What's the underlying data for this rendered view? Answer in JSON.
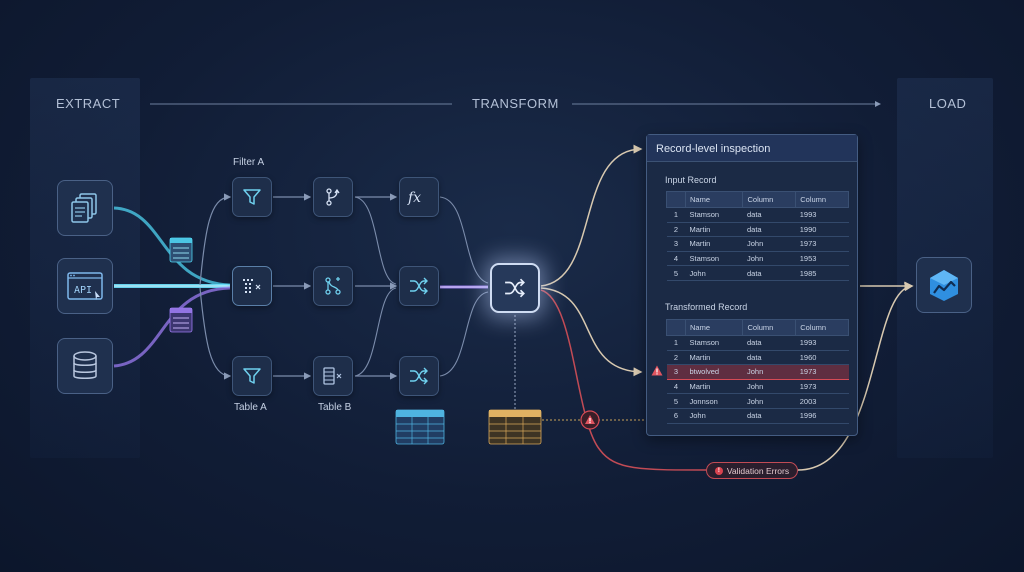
{
  "stages": {
    "extract": "EXTRACT",
    "transform": "TRANSFORM",
    "load": "LOAD"
  },
  "sources": [
    {
      "name": "documents",
      "icon": "documents-icon"
    },
    {
      "name": "api",
      "icon": "api-icon",
      "text": "API"
    },
    {
      "name": "database",
      "icon": "database-icon"
    }
  ],
  "node_labels": {
    "filter_a": "Filter A",
    "table_a": "Table A",
    "table_b": "Table B"
  },
  "inspection": {
    "title": "Record-level inspection",
    "input_title": "Input Record",
    "transformed_title": "Transformed Record",
    "columns": [
      "Name",
      "Column",
      "Column"
    ],
    "input_rows": [
      [
        "1",
        "Stamson",
        "data",
        "1993"
      ],
      [
        "2",
        "Martin",
        "data",
        "1990"
      ],
      [
        "3",
        "Martin",
        "John",
        "1973"
      ],
      [
        "4",
        "Stamson",
        "John",
        "1953"
      ],
      [
        "5",
        "John",
        "data",
        "1985"
      ]
    ],
    "transformed_rows": [
      [
        "1",
        "Stamson",
        "data",
        "1993"
      ],
      [
        "2",
        "Martin",
        "data",
        "1960"
      ],
      [
        "3",
        "btwolved",
        "John",
        "1973"
      ],
      [
        "4",
        "Martin",
        "John",
        "1973"
      ],
      [
        "5",
        "Jonnson",
        "John",
        "2003"
      ],
      [
        "6",
        "John",
        "data",
        "1996"
      ]
    ],
    "error_row_index": 2
  },
  "validation": {
    "label": "Validation Errors",
    "icon": "alert-icon",
    "color": "#d9434f"
  },
  "colors": {
    "accent_cyan": "#4fd3f0",
    "accent_purple": "#9b7bf0",
    "error_red": "#d64b56",
    "load_blue": "#2f8fe0"
  }
}
